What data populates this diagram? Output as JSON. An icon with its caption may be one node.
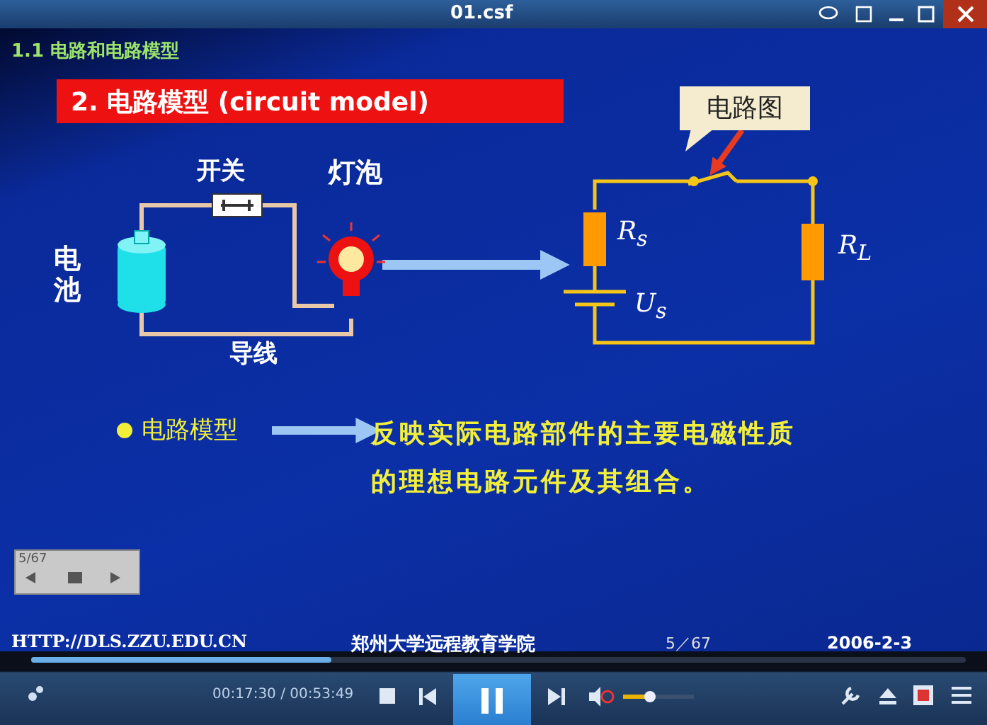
{
  "diagram": {
    "title": "1.1 电路和电路模型",
    "nodes": [
      {
        "text": [
          "2. 电路模型 (circuit model)"
        ]
      },
      {
        "text": [],
        "shape": "picture",
        "beside": [
          "开关",
          "灯泡",
          "电池",
          "导线"
        ]
      },
      {
        "text": [],
        "shape": "picture",
        "beside": [
          "R$_{s}$",
          "R$_{L}$",
          "U$_{s}$"
        ]
      },
      {
        "text": [],
        "shape": "picture",
        "in": 2
      },
      {
        "text": [
          "电路图"
        ]
      },
      {
        "text": [
          "电路模型"
        ]
      },
      {
        "text": [
          "反映实际电路部件的主要电磁性质的理想电路元件及其组合。"
        ]
      }
    ],
    "edges": [
      {
        "from": 1,
        "to": 2,
        "arrow": "to"
      },
      {
        "from": 4,
        "to": 3,
        "arrow": "to",
        "color": "#e83a1e"
      },
      {
        "from": 5,
        "to": 6,
        "arrow": "to"
      }
    ],
    "labels": [
      "01.csf",
      "5/67",
      "HTTP://DLS.ZZU.EDU.CN",
      "郑州大学远程教育学院",
      "5／67",
      "2006-2-3",
      "00:17:30 / 00:53:49"
    ]
  }
}
